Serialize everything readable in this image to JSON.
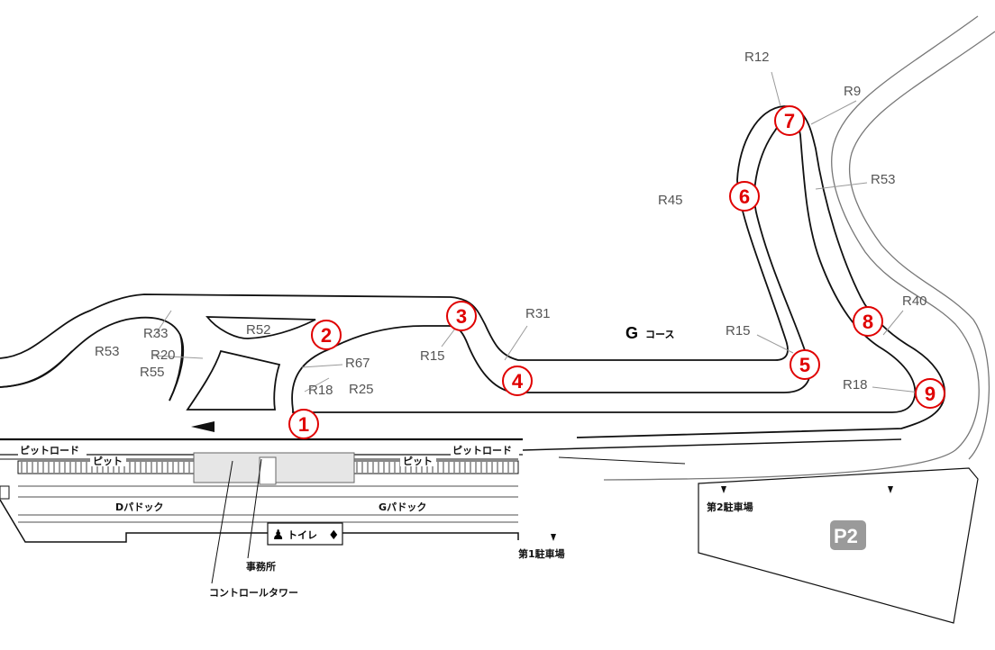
{
  "course": {
    "name_letter": "G",
    "name_suffix": "コース"
  },
  "corners": [
    "1",
    "2",
    "3",
    "4",
    "5",
    "6",
    "7",
    "8",
    "9"
  ],
  "radii": [
    "R12",
    "R9",
    "R53",
    "R45",
    "R40",
    "R15",
    "R18",
    "R31",
    "R15",
    "R52",
    "R67",
    "R25",
    "R18",
    "R33",
    "R53",
    "R20",
    "R55"
  ],
  "facilities": {
    "pit_road_left": "ピットロード",
    "pit_road_right": "ピットロード",
    "pit_left": "ピット",
    "pit_right": "ピット",
    "paddock_d": "Dパドック",
    "paddock_g": "Gパドック",
    "toilet": "トイレ",
    "office": "事務所",
    "control_tower": "コントロールタワー",
    "parking_1": "第1駐車場",
    "parking_2": "第2駐車場",
    "parking_badge": "P2"
  },
  "colors": {
    "track_line": "#111111",
    "corner_red": "#e00000",
    "radius_text": "#555555",
    "parking_badge_bg": "#9a9a9a"
  }
}
